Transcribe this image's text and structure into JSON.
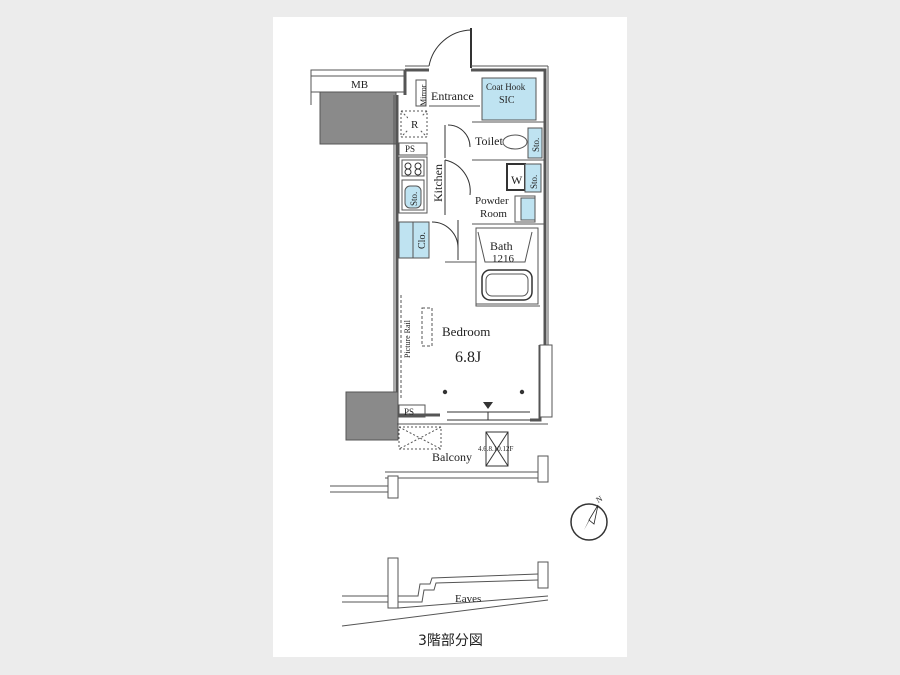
{
  "labels": {
    "mb": "MB",
    "mirror": "Mirror",
    "entrance": "Entrance",
    "coat_hook": "Coat Hook",
    "sic": "SIC",
    "r": "R",
    "toilet": "Toilet",
    "sto1": "Sto.",
    "ps1": "PS",
    "kitchen": "Kitchen",
    "w": "W",
    "sto2": "Sto.",
    "sto3": "Sto.",
    "powder_room": [
      "Powder",
      "Room"
    ],
    "clo": "Clo.",
    "bath": "Bath",
    "bath_size": "1216",
    "bedroom": "Bedroom",
    "bedroom_size": "6.8J",
    "picture_rail": "Picture Rail",
    "ps2": "PS",
    "hatch_note": "4.6.8.10.12F",
    "balcony": "Balcony",
    "eaves": "Eaves",
    "partial_plan": "3階部分図",
    "north": "N"
  },
  "colors": {
    "storage_fill": "#bfe3f1",
    "wall": "#555555",
    "column": "#8a8a8a",
    "line": "#333333"
  }
}
